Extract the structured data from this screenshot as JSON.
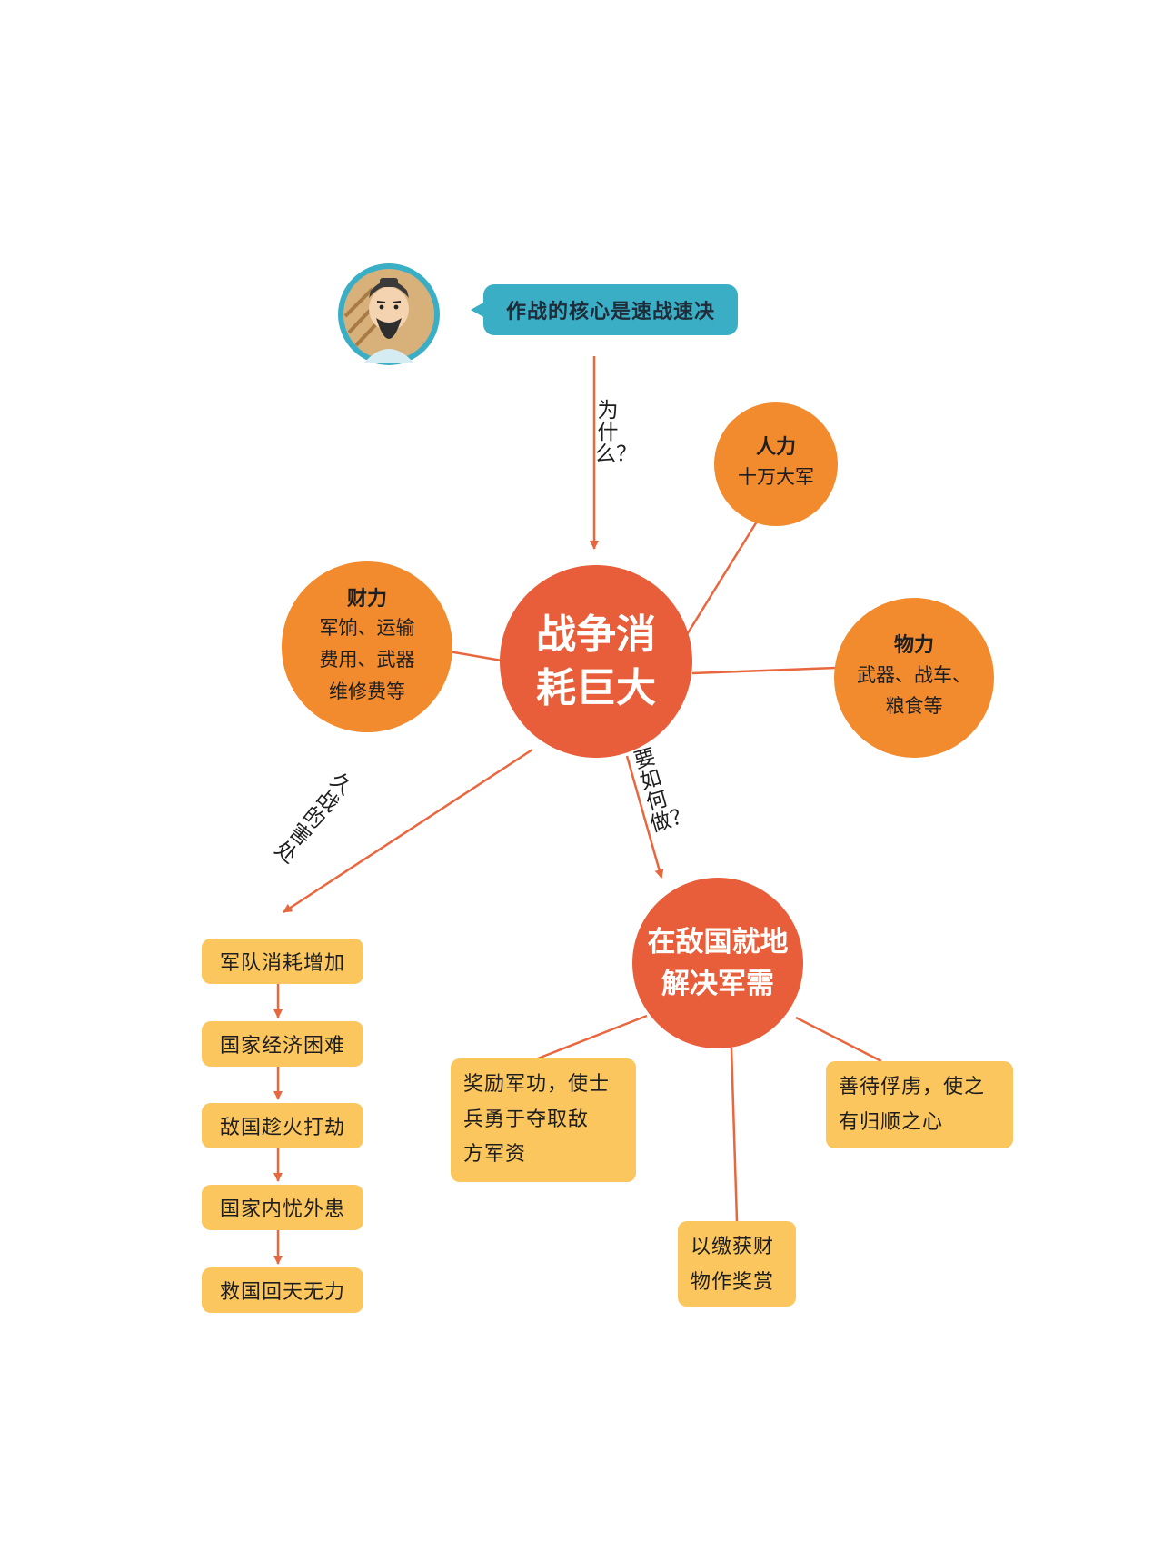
{
  "speech_bubble": {
    "text": "作战的核心是速战速决"
  },
  "avatar": {
    "icon": "sage-portrait-icon",
    "accent": "#3aaec4"
  },
  "center": {
    "line1": "战争消",
    "line2": "耗巨大"
  },
  "people": {
    "title": "人力",
    "body": "十万大军"
  },
  "money": {
    "title": "财力",
    "lines": [
      "军饷、运输",
      "费用、武器",
      "维修费等"
    ]
  },
  "goods": {
    "title": "物力",
    "lines": [
      "武器、战车、",
      "粮食等"
    ]
  },
  "edge_labels": {
    "why": "为什么？",
    "howto": "要如何做？",
    "harm": "久战的害处"
  },
  "harm_chain": [
    "军队消耗增加",
    "国家经济困难",
    "敌国趁火打劫",
    "国家内忧外患",
    "救国回天无力"
  ],
  "solution": {
    "line1": "在敌国就地",
    "line2": "解决军需"
  },
  "solution_items": {
    "reward": [
      "奖励军功，使士",
      "兵勇于夺取敌",
      "方军资"
    ],
    "captive": [
      "善待俘虏，使之",
      "有归顺之心"
    ],
    "spoils": [
      "以缴获财",
      "物作奖赏"
    ]
  },
  "colors": {
    "bubble": "#3aaec4",
    "circle_orange": "#f28a2e",
    "circle_red": "#e85e3a",
    "box_yellow": "#fbc65e",
    "connector": "#e8673f"
  }
}
